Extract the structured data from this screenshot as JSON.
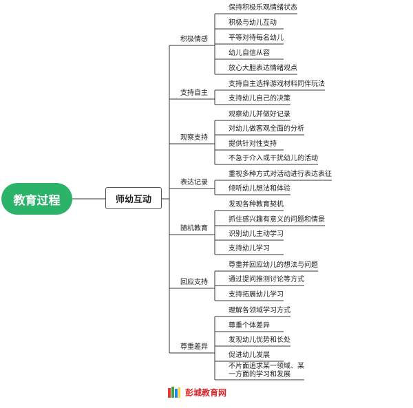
{
  "root": {
    "label": "教育过程"
  },
  "level1": {
    "label": "师幼互动"
  },
  "categories": [
    {
      "label": "积极情感",
      "items": [
        "保持积极乐观情绪状态",
        "积极与幼儿互动",
        "平等对待每名幼儿",
        "幼儿自信从容",
        "放心大胆表达情绪观点"
      ]
    },
    {
      "label": "支持自主",
      "items": [
        "支持自主选择游戏材料同伴玩法",
        "支持幼儿自己的决策"
      ]
    },
    {
      "label": "观察支持",
      "items": [
        "观察幼儿并做好记录",
        "对幼儿做客观全面的分析",
        "提供针对性支持",
        "不急于介入或干扰幼儿的活动"
      ]
    },
    {
      "label": "表达记录",
      "items": [
        "重视多种方式对活动进行表达表征",
        "倾听幼儿想法和体验"
      ]
    },
    {
      "label": "随机教育",
      "items": [
        "发现各种教育契机",
        "抓住感兴趣有意义的问题和情景",
        "识别幼儿主动学习",
        "支持幼儿学习"
      ]
    },
    {
      "label": "回应支持",
      "items": [
        "尊重并回应幼儿的想法与问题",
        "通过提问推测讨论等方式",
        "支持拓展幼儿学习"
      ]
    },
    {
      "label": "尊重差异",
      "items": [
        "理解各领域学习方式",
        "尊重个体差异",
        "发现幼儿优势和长处",
        "促进幼儿发展",
        "不片面追求某一领域、某一方面的学习和发展"
      ]
    }
  ],
  "watermark": {
    "text": "彭城教育网",
    "icon": "books-icon"
  },
  "colors": {
    "root": "#2bb36a",
    "line": "#333333",
    "logo_text": "#d9262b"
  }
}
